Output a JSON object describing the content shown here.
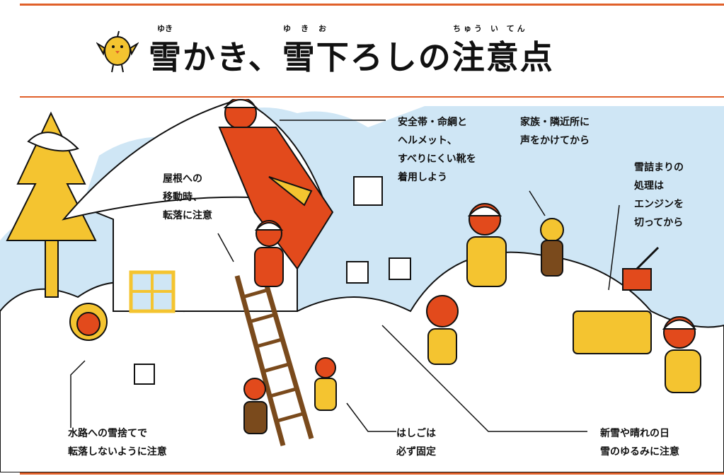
{
  "title": "雪かき、雪下ろしの注意点",
  "title_ruby": {
    "yuki1": "ゆき",
    "yukio": "ゆきお",
    "chuuiten": "ちゅう い てん"
  },
  "captions": {
    "roof": [
      "屋根への",
      "移動時、",
      "転落に注意"
    ],
    "safety": [
      "安全帯・命綱と",
      "ヘルメット、",
      "すべりにくい靴を",
      "着用しよう"
    ],
    "family": [
      "家族・隣近所に",
      "声をかけてから"
    ],
    "blower": [
      "雪詰まりの",
      "処理は",
      "エンジンを",
      "切ってから"
    ],
    "ditch": [
      "水路への雪捨てで",
      "転落しないように注意"
    ],
    "ladder": [
      "はしごは",
      "必ず固定"
    ],
    "newsnow": [
      "新雪や晴れの日",
      "雪のゆるみに注意"
    ]
  },
  "colors": {
    "accent": "#e0602a",
    "sky": "#cfe6f5",
    "yellow": "#f4c430",
    "red": "#e24a1c"
  }
}
